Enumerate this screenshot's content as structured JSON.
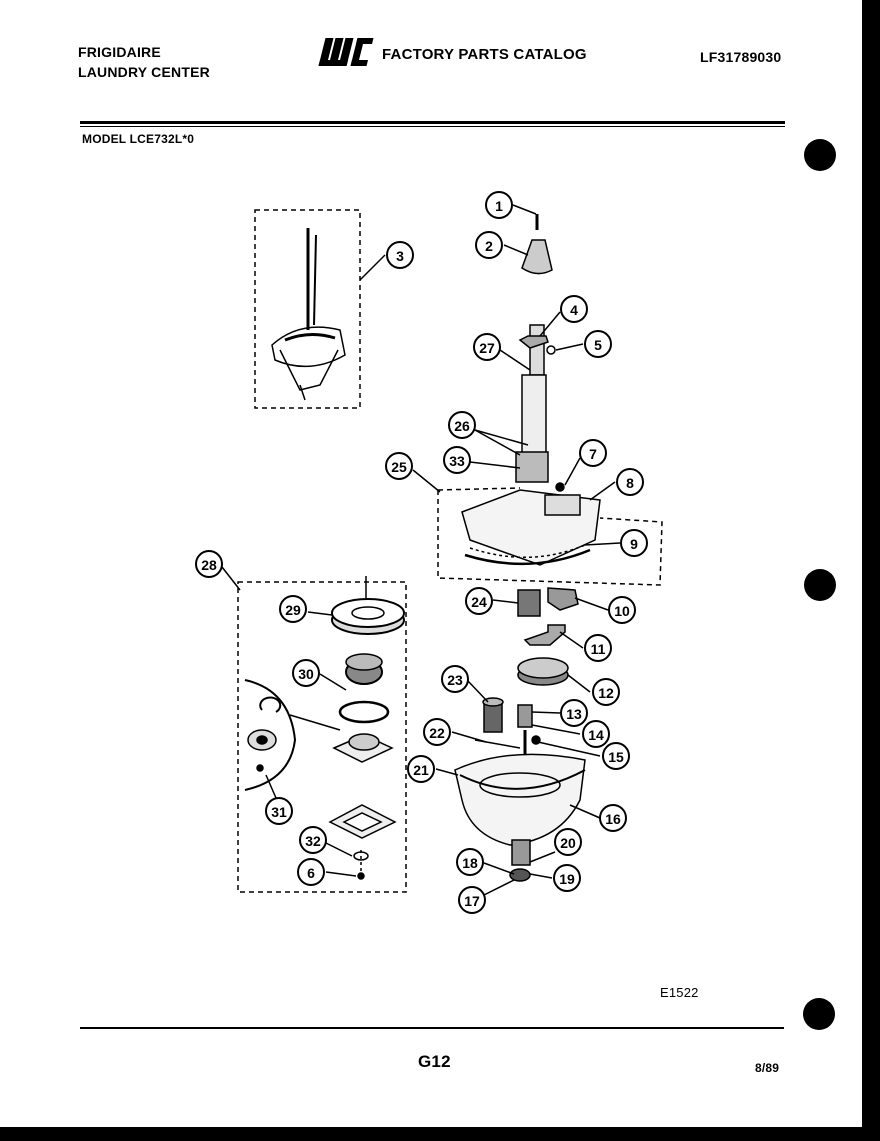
{
  "header": {
    "brand_line1": "FRIGIDAIRE",
    "brand_line2": "LAUNDRY CENTER",
    "logo_text": "WCI",
    "catalog_title": "FACTORY PARTS CATALOG",
    "doc_number": "LF31789030"
  },
  "model": "MODEL LCE732L*0",
  "figure_code": "E1522",
  "footer": {
    "page_number": "G12",
    "date": "8/89"
  },
  "callouts": [
    "1",
    "2",
    "3",
    "4",
    "5",
    "27",
    "26",
    "7",
    "33",
    "25",
    "8",
    "9",
    "28",
    "29",
    "24",
    "10",
    "11",
    "30",
    "23",
    "12",
    "13",
    "22",
    "14",
    "15",
    "21",
    "16",
    "31",
    "32",
    "20",
    "18",
    "19",
    "6",
    "17"
  ]
}
